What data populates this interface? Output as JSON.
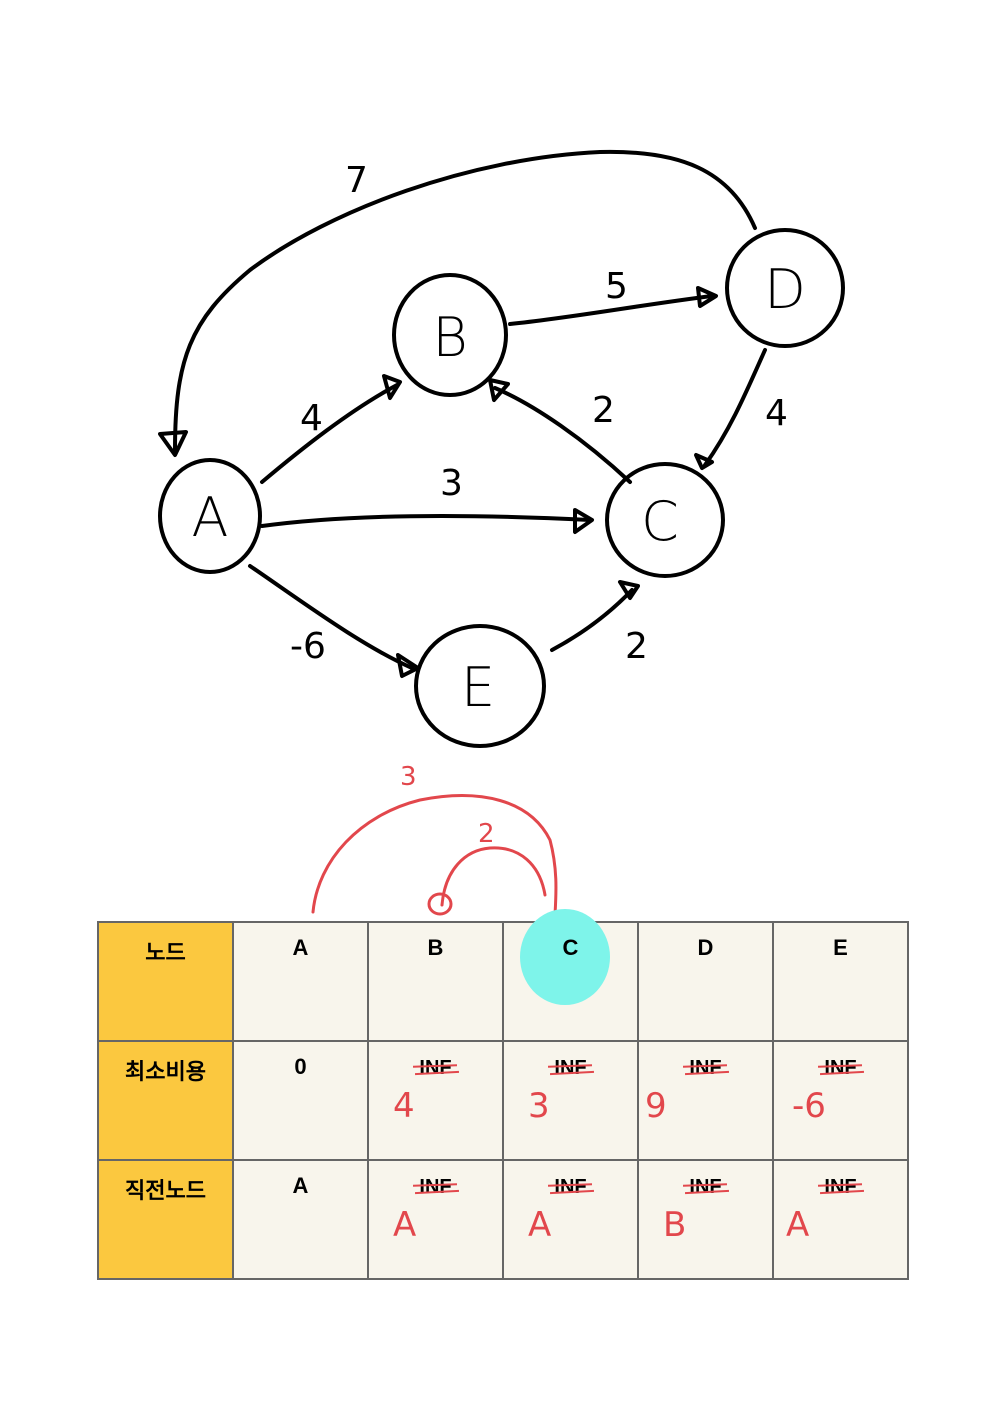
{
  "graph": {
    "nodes": [
      "A",
      "B",
      "C",
      "D",
      "E"
    ],
    "edges": [
      {
        "from": "A",
        "to": "B",
        "weight": "4"
      },
      {
        "from": "A",
        "to": "C",
        "weight": "3"
      },
      {
        "from": "A",
        "to": "E",
        "weight": "-6"
      },
      {
        "from": "B",
        "to": "D",
        "weight": "5"
      },
      {
        "from": "C",
        "to": "B",
        "weight": "2"
      },
      {
        "from": "D",
        "to": "C",
        "weight": "4"
      },
      {
        "from": "D",
        "to": "A",
        "weight": "7"
      },
      {
        "from": "E",
        "to": "C",
        "weight": "2"
      }
    ]
  },
  "annotations": {
    "arc_a_c": "3",
    "arc_b_c": "2",
    "selected_node": "C"
  },
  "table": {
    "row_headers": [
      "노드",
      "최소비용",
      "직전노드"
    ],
    "nodes": [
      "A",
      "B",
      "C",
      "D",
      "E"
    ],
    "min_cost": [
      {
        "printed": "0",
        "note": ""
      },
      {
        "printed": "INF",
        "note": "4"
      },
      {
        "printed": "INF",
        "note": "3"
      },
      {
        "printed": "INF",
        "note": "9"
      },
      {
        "printed": "INF",
        "note": "-6"
      }
    ],
    "prev_node": [
      {
        "printed": "A",
        "note": ""
      },
      {
        "printed": "INF",
        "note": "A"
      },
      {
        "printed": "INF",
        "note": "A"
      },
      {
        "printed": "INF",
        "note": "B"
      },
      {
        "printed": "INF",
        "note": "A"
      }
    ]
  },
  "colors": {
    "header": "#fbc83f",
    "cell": "#f8f5ec",
    "annotation": "#e2474c",
    "highlight": "#7ef4ea"
  }
}
